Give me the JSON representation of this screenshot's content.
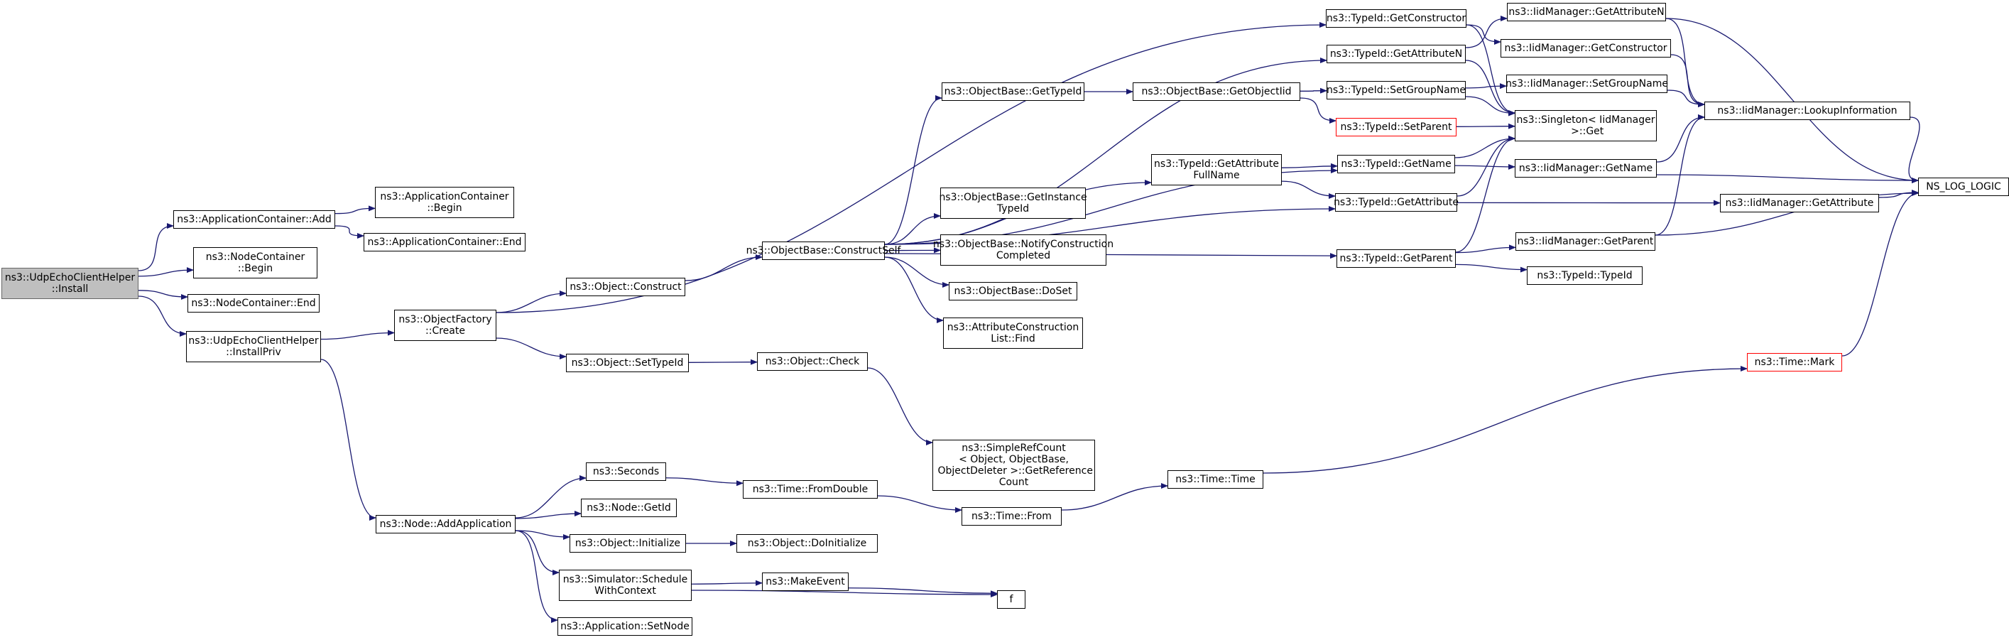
{
  "graph": {
    "type": "call-graph",
    "colors": {
      "edge": "#191970",
      "node_border": "#000000",
      "root_fill": "#bfbfbf",
      "root_border": "#666666",
      "truncated_border": "#ff0000"
    },
    "nodes": [
      {
        "id": "n0",
        "label": "ns3::UdpEchoClientHelper\n::Install",
        "style": "root"
      },
      {
        "id": "n1",
        "label": "ns3::ApplicationContainer::Add"
      },
      {
        "id": "n2",
        "label": "ns3::NodeContainer\n::Begin"
      },
      {
        "id": "n3",
        "label": "ns3::NodeContainer::End"
      },
      {
        "id": "n4",
        "label": "ns3::UdpEchoClientHelper\n::InstallPriv"
      },
      {
        "id": "n5",
        "label": "ns3::ApplicationContainer\n::Begin"
      },
      {
        "id": "n6",
        "label": "ns3::ApplicationContainer::End"
      },
      {
        "id": "n7",
        "label": "ns3::ObjectFactory\n::Create"
      },
      {
        "id": "n8",
        "label": "ns3::Node::AddApplication"
      },
      {
        "id": "n9",
        "label": "ns3::TypeId::GetConstructor"
      },
      {
        "id": "n10",
        "label": "ns3::Object::Construct"
      },
      {
        "id": "n11",
        "label": "ns3::Object::SetTypeId"
      },
      {
        "id": "n12",
        "label": "ns3::Seconds"
      },
      {
        "id": "n13",
        "label": "ns3::Node::GetId"
      },
      {
        "id": "n14",
        "label": "ns3::Object::Initialize"
      },
      {
        "id": "n15",
        "label": "ns3::Simulator::Schedule\nWithContext"
      },
      {
        "id": "n16",
        "label": "ns3::Application::SetNode"
      },
      {
        "id": "n17",
        "label": "ns3::ObjectBase::ConstructSelf"
      },
      {
        "id": "n18",
        "label": "ns3::Object::Check"
      },
      {
        "id": "n19",
        "label": "ns3::Time::FromDouble"
      },
      {
        "id": "n20",
        "label": "ns3::Object::DoInitialize"
      },
      {
        "id": "n21",
        "label": "ns3::MakeEvent"
      },
      {
        "id": "n22",
        "label": "f"
      },
      {
        "id": "n23",
        "label": "ns3::ObjectBase::GetTypeId"
      },
      {
        "id": "n24",
        "label": "ns3::ObjectBase::GetInstance\nTypeId"
      },
      {
        "id": "n25",
        "label": "ns3::ObjectBase::NotifyConstruction\nCompleted"
      },
      {
        "id": "n26",
        "label": "ns3::ObjectBase::DoSet"
      },
      {
        "id": "n27",
        "label": "ns3::AttributeConstruction\nList::Find"
      },
      {
        "id": "n28",
        "label": "ns3::SimpleRefCount\n< Object, ObjectBase,\n ObjectDeleter >::GetReference\nCount"
      },
      {
        "id": "n29",
        "label": "ns3::Time::From"
      },
      {
        "id": "n30",
        "label": "ns3::ObjectBase::GetObjectIid"
      },
      {
        "id": "n31",
        "label": "ns3::TypeId::GetAttribute\nFullName"
      },
      {
        "id": "n32",
        "label": "ns3::Time::Time"
      },
      {
        "id": "n33",
        "label": "ns3::TypeId::GetAttributeN"
      },
      {
        "id": "n34",
        "label": "ns3::TypeId::SetGroupName"
      },
      {
        "id": "n35",
        "label": "ns3::TypeId::SetParent",
        "style": "red"
      },
      {
        "id": "n36",
        "label": "ns3::TypeId::GetName"
      },
      {
        "id": "n37",
        "label": "ns3::TypeId::GetAttribute"
      },
      {
        "id": "n38",
        "label": "ns3::TypeId::GetParent"
      },
      {
        "id": "n39",
        "label": "ns3::IidManager::GetAttributeN"
      },
      {
        "id": "n40",
        "label": "ns3::IidManager::GetConstructor"
      },
      {
        "id": "n41",
        "label": "ns3::IidManager::SetGroupName"
      },
      {
        "id": "n42",
        "label": "ns3::Singleton< IidManager\n >::Get"
      },
      {
        "id": "n43",
        "label": "ns3::IidManager::GetName"
      },
      {
        "id": "n44",
        "label": "ns3::IidManager::GetAttribute"
      },
      {
        "id": "n45",
        "label": "ns3::IidManager::GetParent"
      },
      {
        "id": "n46",
        "label": "ns3::TypeId::TypeId"
      },
      {
        "id": "n47",
        "label": "ns3::Time::Mark",
        "style": "red"
      },
      {
        "id": "n48",
        "label": "ns3::IidManager::LookupInformation"
      },
      {
        "id": "n49",
        "label": "NS_LOG_LOGIC"
      }
    ],
    "edges": [
      [
        "n0",
        "n1"
      ],
      [
        "n0",
        "n2"
      ],
      [
        "n0",
        "n3"
      ],
      [
        "n0",
        "n4"
      ],
      [
        "n1",
        "n5"
      ],
      [
        "n1",
        "n6"
      ],
      [
        "n4",
        "n7"
      ],
      [
        "n4",
        "n8"
      ],
      [
        "n7",
        "n9"
      ],
      [
        "n7",
        "n10"
      ],
      [
        "n7",
        "n11"
      ],
      [
        "n10",
        "n17"
      ],
      [
        "n11",
        "n18"
      ],
      [
        "n18",
        "n28"
      ],
      [
        "n17",
        "n23"
      ],
      [
        "n17",
        "n33"
      ],
      [
        "n17",
        "n36"
      ],
      [
        "n17",
        "n31"
      ],
      [
        "n17",
        "n24"
      ],
      [
        "n17",
        "n25"
      ],
      [
        "n17",
        "n26"
      ],
      [
        "n17",
        "n27"
      ],
      [
        "n17",
        "n37"
      ],
      [
        "n17",
        "n38"
      ],
      [
        "n23",
        "n30"
      ],
      [
        "n30",
        "n34"
      ],
      [
        "n30",
        "n35"
      ],
      [
        "n31",
        "n36"
      ],
      [
        "n31",
        "n37"
      ],
      [
        "n9",
        "n40"
      ],
      [
        "n9",
        "n42"
      ],
      [
        "n33",
        "n39"
      ],
      [
        "n33",
        "n42"
      ],
      [
        "n34",
        "n41"
      ],
      [
        "n34",
        "n42"
      ],
      [
        "n35",
        "n42"
      ],
      [
        "n36",
        "n42"
      ],
      [
        "n36",
        "n43"
      ],
      [
        "n37",
        "n42"
      ],
      [
        "n37",
        "n44"
      ],
      [
        "n38",
        "n42"
      ],
      [
        "n38",
        "n45"
      ],
      [
        "n38",
        "n46"
      ],
      [
        "n39",
        "n48"
      ],
      [
        "n39",
        "n49"
      ],
      [
        "n40",
        "n48"
      ],
      [
        "n41",
        "n48"
      ],
      [
        "n43",
        "n48"
      ],
      [
        "n43",
        "n49"
      ],
      [
        "n44",
        "n49"
      ],
      [
        "n45",
        "n48"
      ],
      [
        "n45",
        "n49"
      ],
      [
        "n48",
        "n49"
      ],
      [
        "n47",
        "n49"
      ],
      [
        "n8",
        "n12"
      ],
      [
        "n8",
        "n13"
      ],
      [
        "n8",
        "n14"
      ],
      [
        "n8",
        "n15"
      ],
      [
        "n8",
        "n16"
      ],
      [
        "n12",
        "n19"
      ],
      [
        "n19",
        "n29"
      ],
      [
        "n29",
        "n32"
      ],
      [
        "n32",
        "n47"
      ],
      [
        "n14",
        "n20"
      ],
      [
        "n15",
        "n21"
      ],
      [
        "n15",
        "n22"
      ],
      [
        "n21",
        "n22"
      ]
    ]
  }
}
